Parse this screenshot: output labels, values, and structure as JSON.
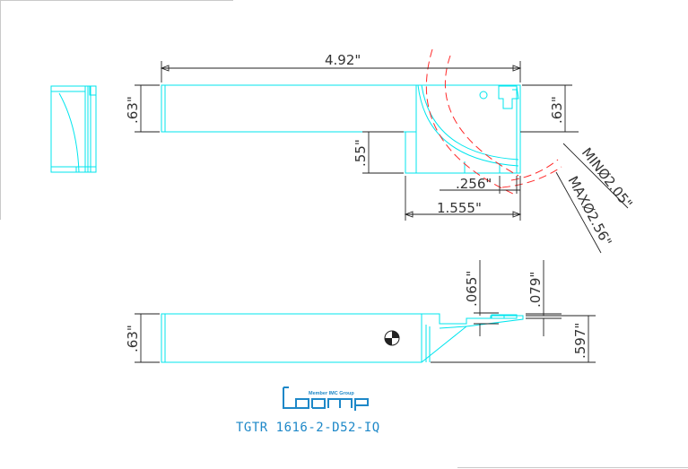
{
  "dimensions": {
    "top_length": "4.92\"",
    "top_height_left": ".63\"",
    "top_height_right": ".63\"",
    "neck_height": ".55\"",
    "slot_width": ".256\"",
    "neck_length": "1.555\"",
    "min_diameter": "MINØ2.05\"",
    "max_diameter": "MAXØ2.56\"",
    "bottom_height_left": ".63\"",
    "insert_offset": ".065\"",
    "insert_width": ".079\"",
    "center_height": ".597\""
  },
  "logo": {
    "tagline": "Member IMC Group"
  },
  "part_number": "TGTR 1616-2-D52-IQ",
  "colors": {
    "outline": "#00e5ee",
    "dimension": "#222222",
    "diameter_arcs": "#ff2a2a",
    "brand": "#1e88c8"
  }
}
